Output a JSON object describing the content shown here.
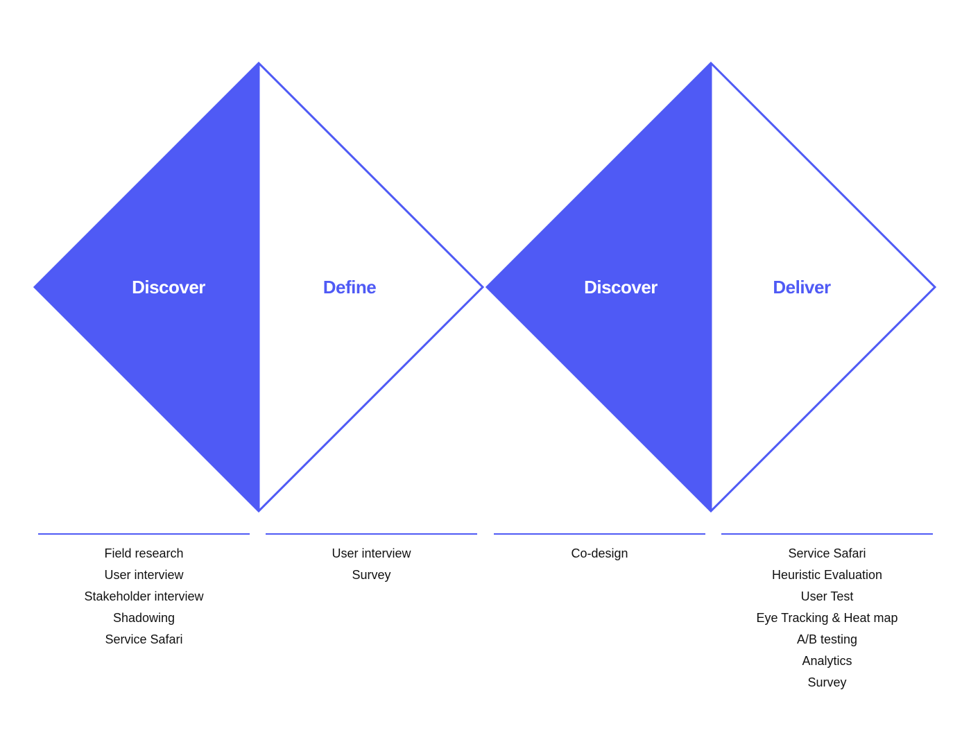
{
  "colors": {
    "accent": "#4f5af5",
    "text": "#111111",
    "background": "#ffffff"
  },
  "phases": [
    {
      "label": "Discover",
      "style": "filled"
    },
    {
      "label": "Define",
      "style": "outline"
    },
    {
      "label": "Discover",
      "style": "filled"
    },
    {
      "label": "Deliver",
      "style": "outline"
    }
  ],
  "methods": [
    {
      "items": [
        "Field research",
        "User interview",
        "Stakeholder interview",
        "Shadowing",
        "Service Safari"
      ]
    },
    {
      "items": [
        "User interview",
        "Survey"
      ]
    },
    {
      "items": [
        "Co-design"
      ]
    },
    {
      "items": [
        "Service Safari",
        "Heuristic Evaluation",
        "User Test",
        "Eye Tracking & Heat map",
        "A/B testing",
        "Analytics",
        "Survey"
      ]
    }
  ]
}
